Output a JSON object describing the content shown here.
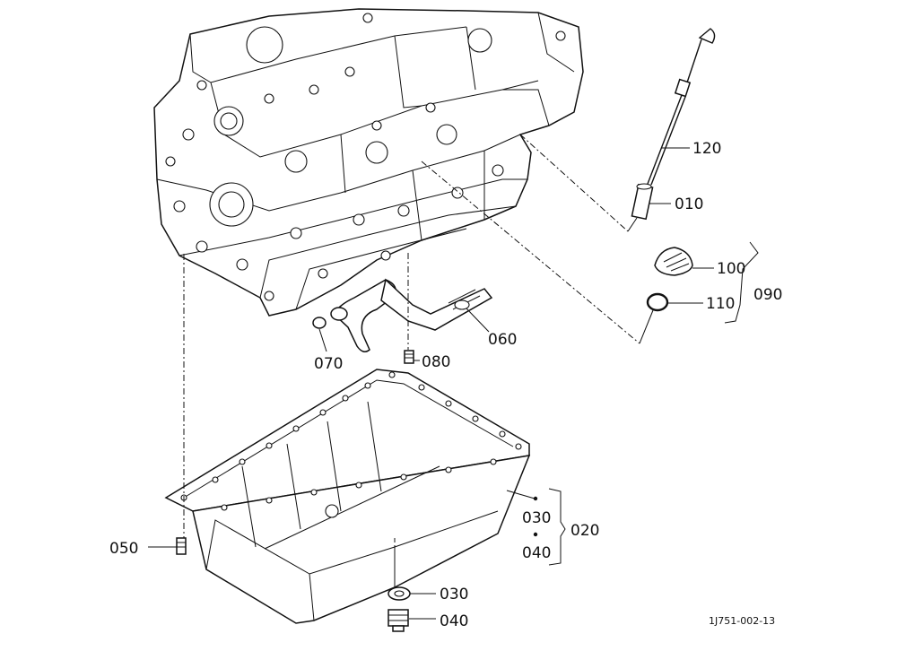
{
  "callouts": {
    "c120": "120",
    "c010": "010",
    "c100": "100",
    "c110": "110",
    "c090": "090",
    "c060": "060",
    "c070": "070",
    "c080": "080",
    "c030a": "030",
    "c040a": "040",
    "c020": "020",
    "c050": "050",
    "c030b": "030",
    "c040b": "040"
  },
  "drawing_number": "1J751-002-13"
}
